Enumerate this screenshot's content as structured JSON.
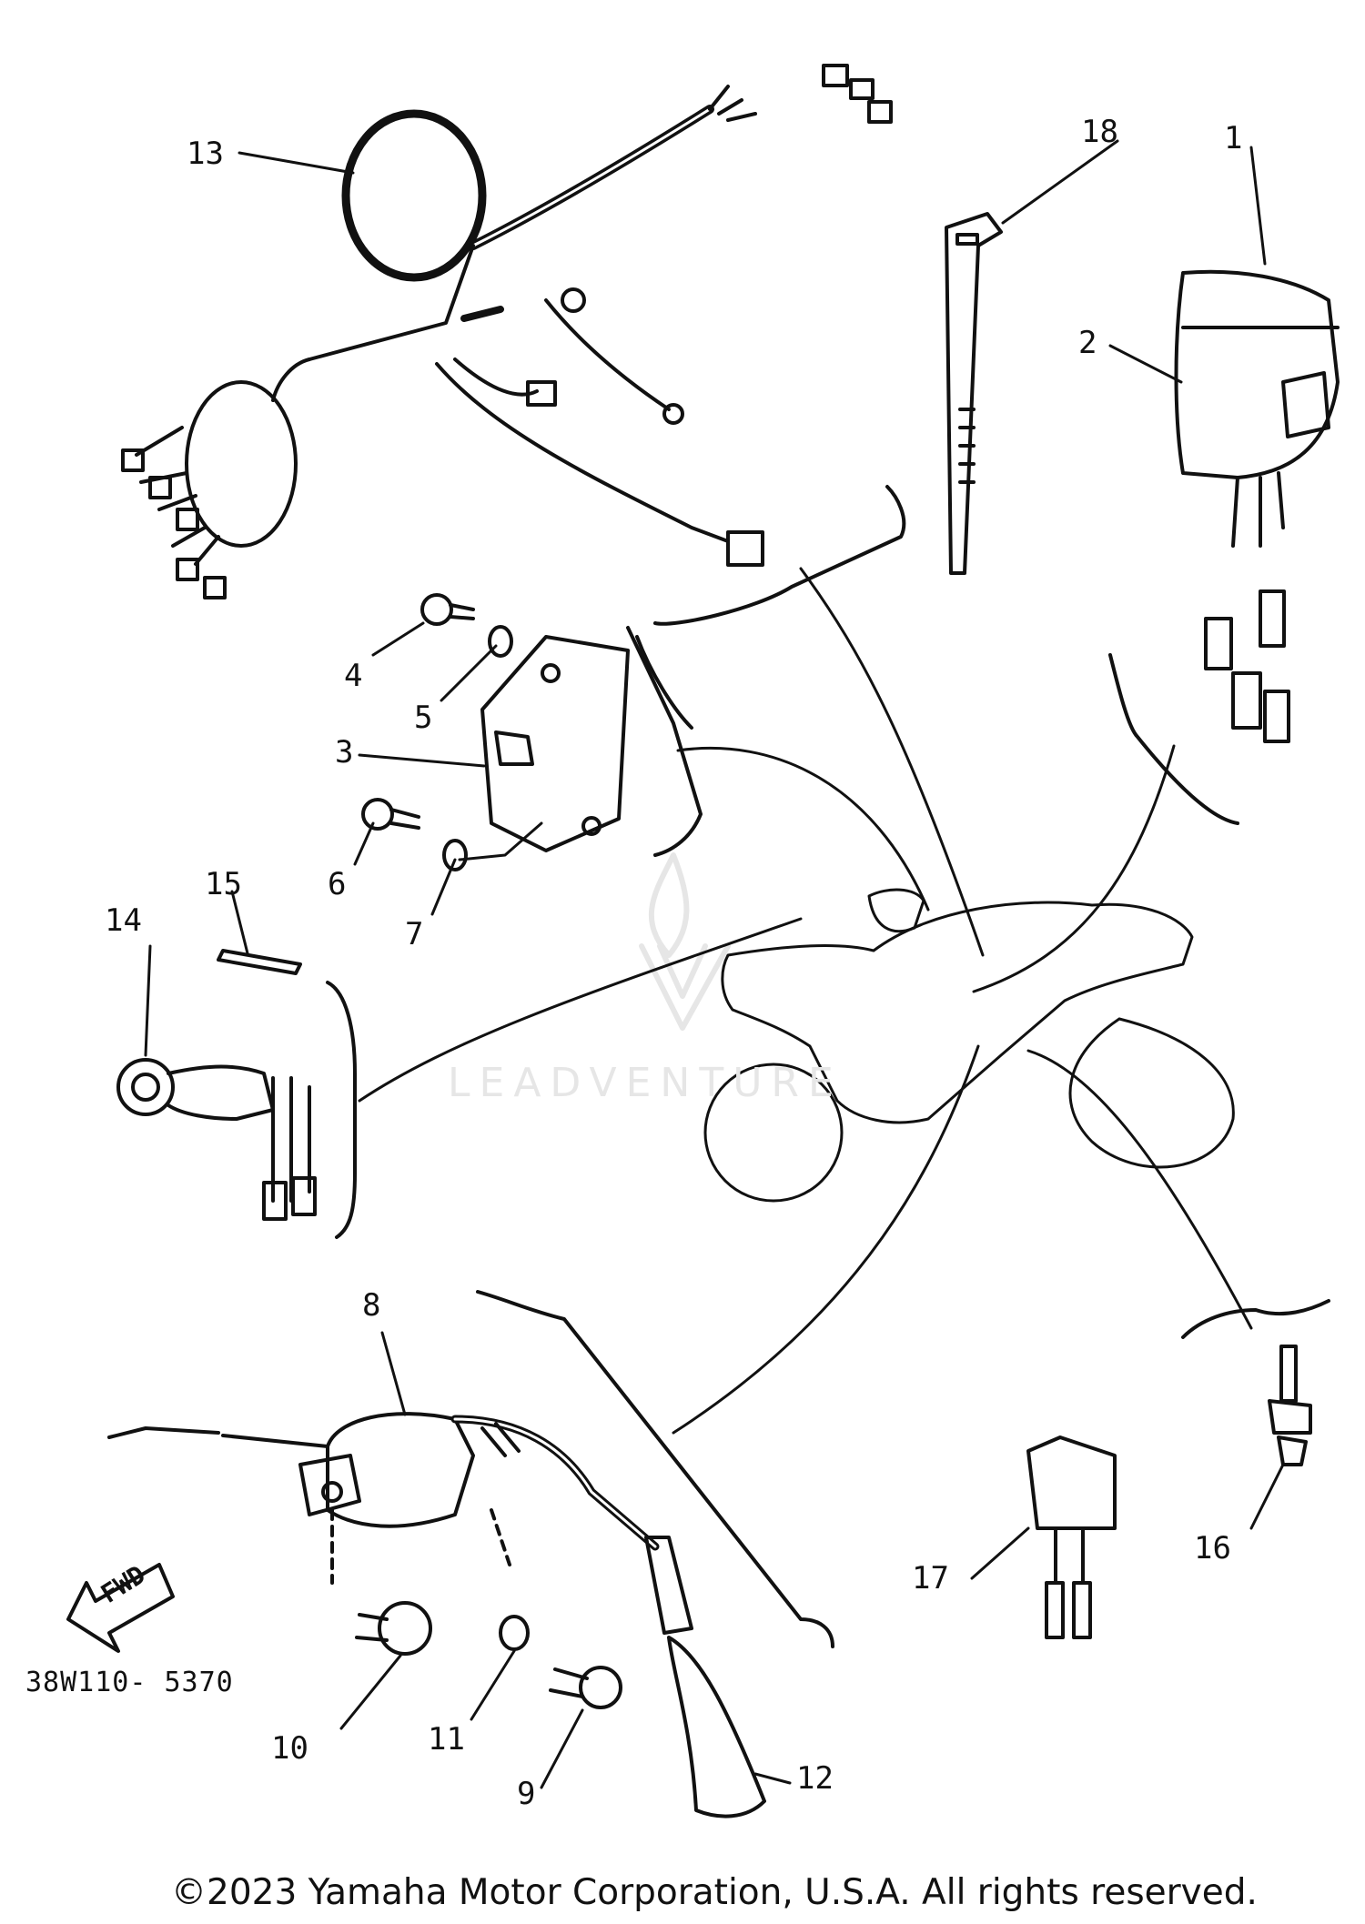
{
  "callouts": [
    "1",
    "2",
    "3",
    "4",
    "5",
    "6",
    "7",
    "8",
    "9",
    "10",
    "11",
    "12",
    "13",
    "14",
    "15",
    "16",
    "17",
    "18"
  ],
  "fwd_label": "FWD",
  "part_code": "38W110- 5370",
  "watermark": "LEADVENTURE",
  "copyright": "©2023 Yamaha Motor Corporation, U.S.A. All rights reserved."
}
